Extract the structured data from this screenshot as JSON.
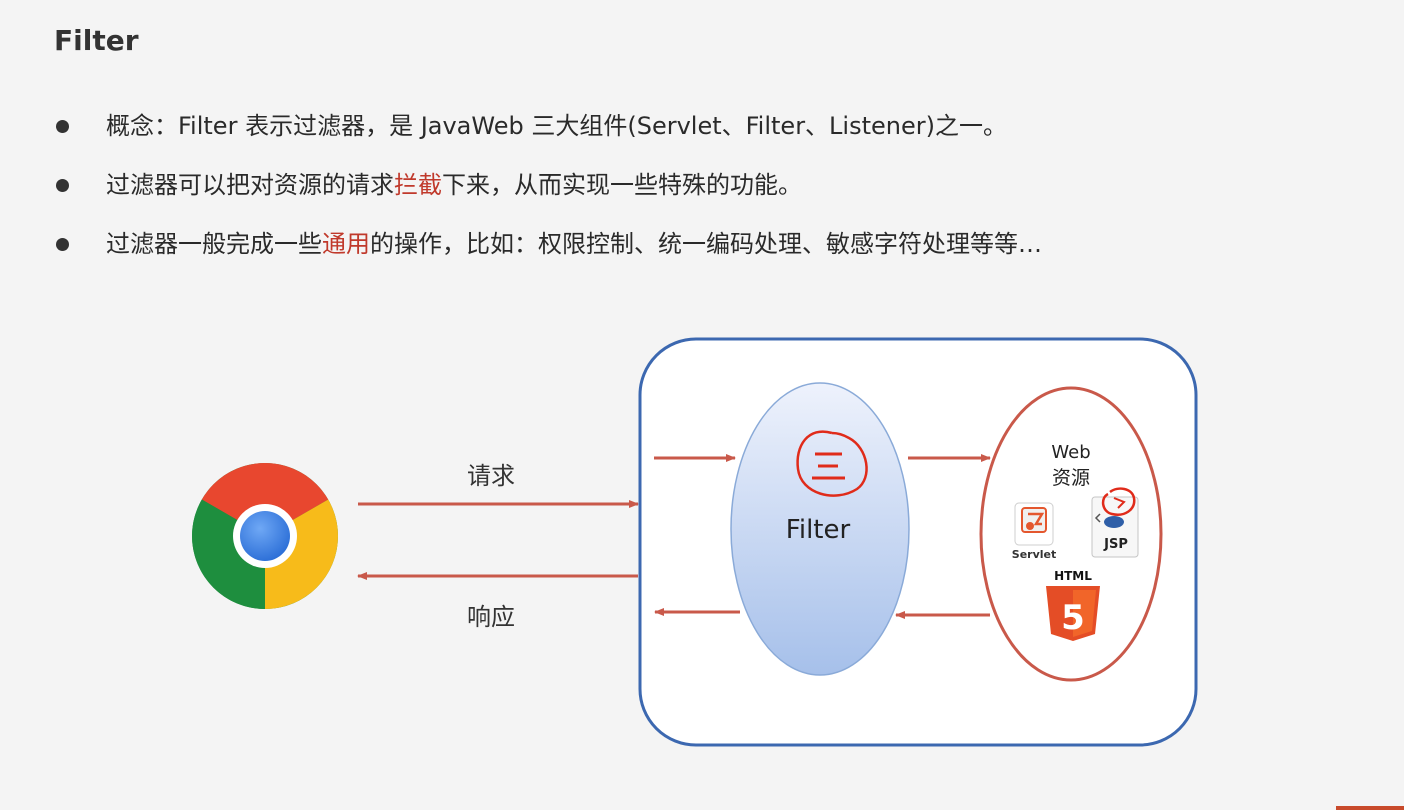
{
  "slide": {
    "title": "Filter",
    "bullets": [
      {
        "parts": [
          {
            "text": "概念：Filter 表示过滤器，是 JavaWeb 三大组件(Servlet、Filter、Listener)之一。",
            "highlight": false
          }
        ]
      },
      {
        "parts": [
          {
            "text": "过滤器可以把对资源的请求",
            "highlight": false
          },
          {
            "text": "拦截",
            "highlight": true
          },
          {
            "text": "下来，从而实现一些特殊的功能。",
            "highlight": false
          }
        ]
      },
      {
        "parts": [
          {
            "text": "过滤器一般完成一些",
            "highlight": false
          },
          {
            "text": "通用",
            "highlight": true
          },
          {
            "text": "的操作，比如：权限控制、统一编码处理、敏感字符处理等等…",
            "highlight": false
          }
        ]
      }
    ]
  },
  "diagram": {
    "request_label": "请求",
    "response_label": "响应",
    "filter_label": "Filter",
    "resource_label_line1": "Web",
    "resource_label_line2": "资源",
    "servlet_label": "Servlet",
    "jsp_label": "JSP",
    "html_label": "HTML",
    "html_badge": "5",
    "colors": {
      "server_border": "#3c68b0",
      "arrow": "#c9594a",
      "filter_fill_top": "#e8eefb",
      "filter_fill_bottom": "#a9c2ea",
      "resource_border": "#c9594a",
      "annotation_red": "#e02b1a",
      "html5_orange": "#e44d26"
    },
    "icons": [
      "chrome-browser-icon",
      "filter-menu-icon",
      "servlet-icon",
      "jsp-icon",
      "html5-icon"
    ]
  }
}
